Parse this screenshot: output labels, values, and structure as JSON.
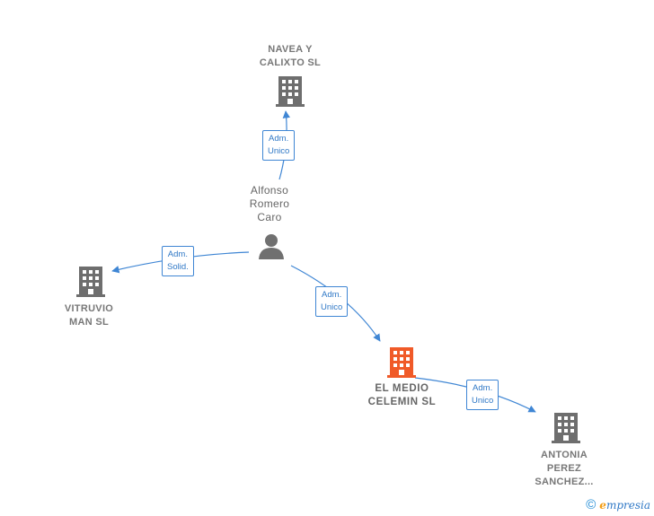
{
  "nodes": {
    "navea": {
      "label": "NAVEA Y\nCALIXTO  SL",
      "type": "company"
    },
    "alfonso": {
      "label": "Alfonso\nRomero\nCaro",
      "type": "person"
    },
    "vitruvio": {
      "label": "VITRUVIO\nMAN  SL",
      "type": "company"
    },
    "medio": {
      "label": "EL MEDIO\nCELEMIN  SL",
      "type": "company-focus"
    },
    "antonia": {
      "label": "ANTONIA\nPEREZ\nSANCHEZ...",
      "type": "company"
    }
  },
  "edges": {
    "alfonso_navea": "Adm.\nUnico",
    "alfonso_vitruvio": "Adm.\nSolid.",
    "alfonso_medio": "Adm.\nUnico",
    "medio_antonia": "Adm.\nUnico"
  },
  "colors": {
    "edge": "#3f86d4",
    "company_icon": "#6e6e6e",
    "focus_icon": "#f05a28",
    "person_icon": "#707070"
  },
  "footer": {
    "copyright_symbol": "©",
    "brand_initial": "e",
    "brand_rest": "mpresia"
  }
}
